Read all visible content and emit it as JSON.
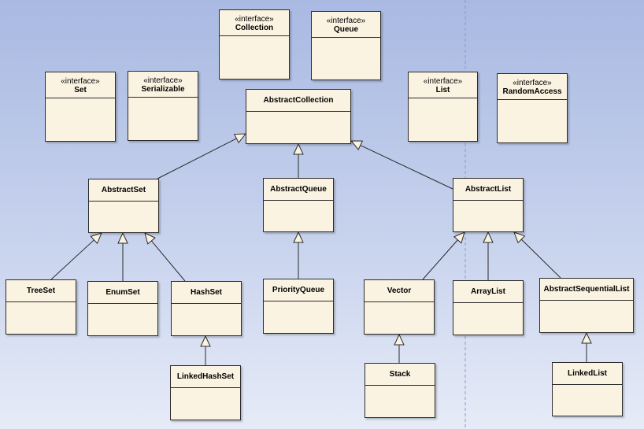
{
  "diagram": {
    "colors": {
      "box_fill": "#fbf3e2",
      "box_border": "#2b2b2b",
      "edge": "#2b2b2b",
      "divider": "#8c9bc7"
    },
    "classes": {
      "collection": {
        "stereotype": "«interface»",
        "name": "Collection"
      },
      "queue": {
        "stereotype": "«interface»",
        "name": "Queue"
      },
      "set": {
        "stereotype": "«interface»",
        "name": "Set"
      },
      "serializable": {
        "stereotype": "«interface»",
        "name": "Serializable"
      },
      "list": {
        "stereotype": "«interface»",
        "name": "List"
      },
      "random_access": {
        "stereotype": "«interface»",
        "name": "RandomAccess"
      },
      "abstract_collection": {
        "name": "AbstractCollection"
      },
      "abstract_set": {
        "name": "AbstractSet"
      },
      "abstract_queue": {
        "name": "AbstractQueue"
      },
      "abstract_list": {
        "name": "AbstractList"
      },
      "tree_set": {
        "name": "TreeSet"
      },
      "enum_set": {
        "name": "EnumSet"
      },
      "hash_set": {
        "name": "HashSet"
      },
      "linked_hash_set": {
        "name": "LinkedHashSet"
      },
      "priority_queue": {
        "name": "PriorityQueue"
      },
      "vector": {
        "name": "Vector"
      },
      "stack": {
        "name": "Stack"
      },
      "array_list": {
        "name": "ArrayList"
      },
      "abstract_sequential_list": {
        "name": "AbstractSequentialList"
      },
      "linked_list": {
        "name": "LinkedList"
      }
    },
    "generalizations": [
      {
        "from": "abstract_set",
        "to": "abstract_collection"
      },
      {
        "from": "abstract_queue",
        "to": "abstract_collection"
      },
      {
        "from": "abstract_list",
        "to": "abstract_collection"
      },
      {
        "from": "tree_set",
        "to": "abstract_set"
      },
      {
        "from": "enum_set",
        "to": "abstract_set"
      },
      {
        "from": "hash_set",
        "to": "abstract_set"
      },
      {
        "from": "linked_hash_set",
        "to": "hash_set"
      },
      {
        "from": "priority_queue",
        "to": "abstract_queue"
      },
      {
        "from": "vector",
        "to": "abstract_list"
      },
      {
        "from": "array_list",
        "to": "abstract_list"
      },
      {
        "from": "abstract_sequential_list",
        "to": "abstract_list"
      },
      {
        "from": "stack",
        "to": "vector"
      },
      {
        "from": "linked_list",
        "to": "abstract_sequential_list"
      }
    ]
  }
}
